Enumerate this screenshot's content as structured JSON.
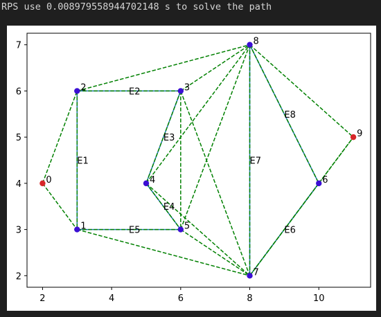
{
  "output": {
    "text": "RPS use 0.008979558944702148 s to solve the path"
  },
  "chart_data": {
    "type": "scatter",
    "title": "",
    "xlabel": "",
    "ylabel": "",
    "xlim": [
      1.55,
      11.5
    ],
    "ylim": [
      1.75,
      7.25
    ],
    "xticks": [
      2,
      4,
      6,
      8,
      10
    ],
    "yticks": [
      2,
      3,
      4,
      5,
      6,
      7
    ],
    "grid": false,
    "nodes": [
      {
        "id": "0",
        "x": 2,
        "y": 4,
        "color": "#d62728"
      },
      {
        "id": "1",
        "x": 3,
        "y": 3,
        "color": "#3b0fd4"
      },
      {
        "id": "2",
        "x": 3,
        "y": 6,
        "color": "#3b0fd4"
      },
      {
        "id": "3",
        "x": 6,
        "y": 6,
        "color": "#3b0fd4"
      },
      {
        "id": "4",
        "x": 5,
        "y": 4,
        "color": "#3b0fd4"
      },
      {
        "id": "5",
        "x": 6,
        "y": 3,
        "color": "#3b0fd4"
      },
      {
        "id": "6",
        "x": 10,
        "y": 4,
        "color": "#3b0fd4"
      },
      {
        "id": "7",
        "x": 8,
        "y": 2,
        "color": "#3b0fd4"
      },
      {
        "id": "8",
        "x": 8,
        "y": 7,
        "color": "#3b0fd4"
      },
      {
        "id": "9",
        "x": 11,
        "y": 5,
        "color": "#d62728"
      }
    ],
    "obstacle_edges": [
      {
        "from": "2",
        "to": "1",
        "color": "#1f77b4"
      },
      {
        "from": "2",
        "to": "3",
        "color": "#1f77b4"
      },
      {
        "from": "3",
        "to": "4",
        "color": "#1f77b4"
      },
      {
        "from": "4",
        "to": "5",
        "color": "#1f77b4"
      },
      {
        "from": "1",
        "to": "5",
        "color": "#1f77b4"
      },
      {
        "from": "8",
        "to": "7",
        "color": "#1f77b4"
      },
      {
        "from": "8",
        "to": "6",
        "color": "#1f77b4"
      },
      {
        "from": "6",
        "to": "7",
        "color": "#1f77b4"
      }
    ],
    "edge_labels": [
      {
        "text": "E1",
        "x": 3.0,
        "y": 4.5
      },
      {
        "text": "E2",
        "x": 4.5,
        "y": 6.0
      },
      {
        "text": "E3",
        "x": 5.5,
        "y": 5.0
      },
      {
        "text": "E4",
        "x": 5.5,
        "y": 3.5
      },
      {
        "text": "E5",
        "x": 4.5,
        "y": 3.0
      },
      {
        "text": "E6",
        "x": 9.0,
        "y": 3.0
      },
      {
        "text": "E7",
        "x": 8.0,
        "y": 4.5
      },
      {
        "text": "E8",
        "x": 9.0,
        "y": 5.5
      }
    ],
    "path_edges": [
      {
        "from": "0",
        "to": "2"
      },
      {
        "from": "0",
        "to": "1"
      },
      {
        "from": "2",
        "to": "1"
      },
      {
        "from": "2",
        "to": "3"
      },
      {
        "from": "2",
        "to": "8"
      },
      {
        "from": "1",
        "to": "7"
      },
      {
        "from": "1",
        "to": "5"
      },
      {
        "from": "3",
        "to": "4"
      },
      {
        "from": "3",
        "to": "5"
      },
      {
        "from": "3",
        "to": "8"
      },
      {
        "from": "3",
        "to": "7"
      },
      {
        "from": "4",
        "to": "5"
      },
      {
        "from": "4",
        "to": "8"
      },
      {
        "from": "4",
        "to": "7"
      },
      {
        "from": "5",
        "to": "8"
      },
      {
        "from": "5",
        "to": "7"
      },
      {
        "from": "8",
        "to": "7"
      },
      {
        "from": "8",
        "to": "6"
      },
      {
        "from": "8",
        "to": "9"
      },
      {
        "from": "6",
        "to": "7"
      },
      {
        "from": "6",
        "to": "9"
      },
      {
        "from": "7",
        "to": "9"
      }
    ],
    "path_color": "#008000"
  }
}
